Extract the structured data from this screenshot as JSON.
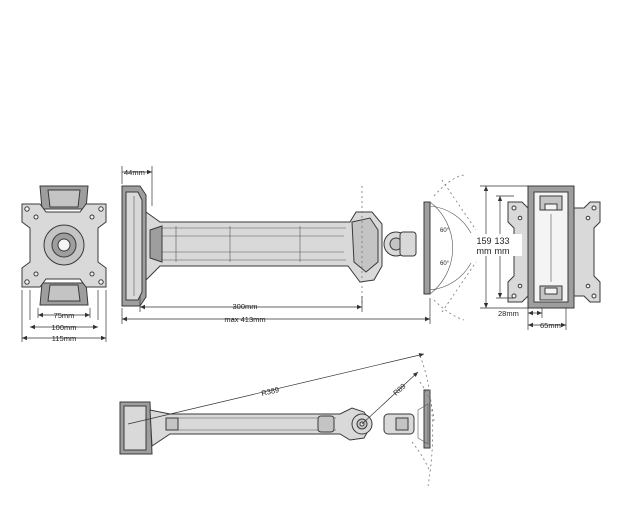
{
  "front_view": {
    "width_inner": "75mm",
    "width_mid": "100mm",
    "width_outer": "115mm"
  },
  "side_view": {
    "plate_depth": "44mm",
    "arm_length": "300mm",
    "max_length": "max 413mm",
    "tilt_up": "60°",
    "tilt_down": "60°"
  },
  "wall_plate": {
    "height_outer": "159",
    "height_outer_unit": "mm",
    "height_inner": "133",
    "height_inner_unit": "mm",
    "depth": "28mm",
    "width": "65mm"
  },
  "top_view": {
    "arm_radius": "R389",
    "head_radius": "R89"
  }
}
